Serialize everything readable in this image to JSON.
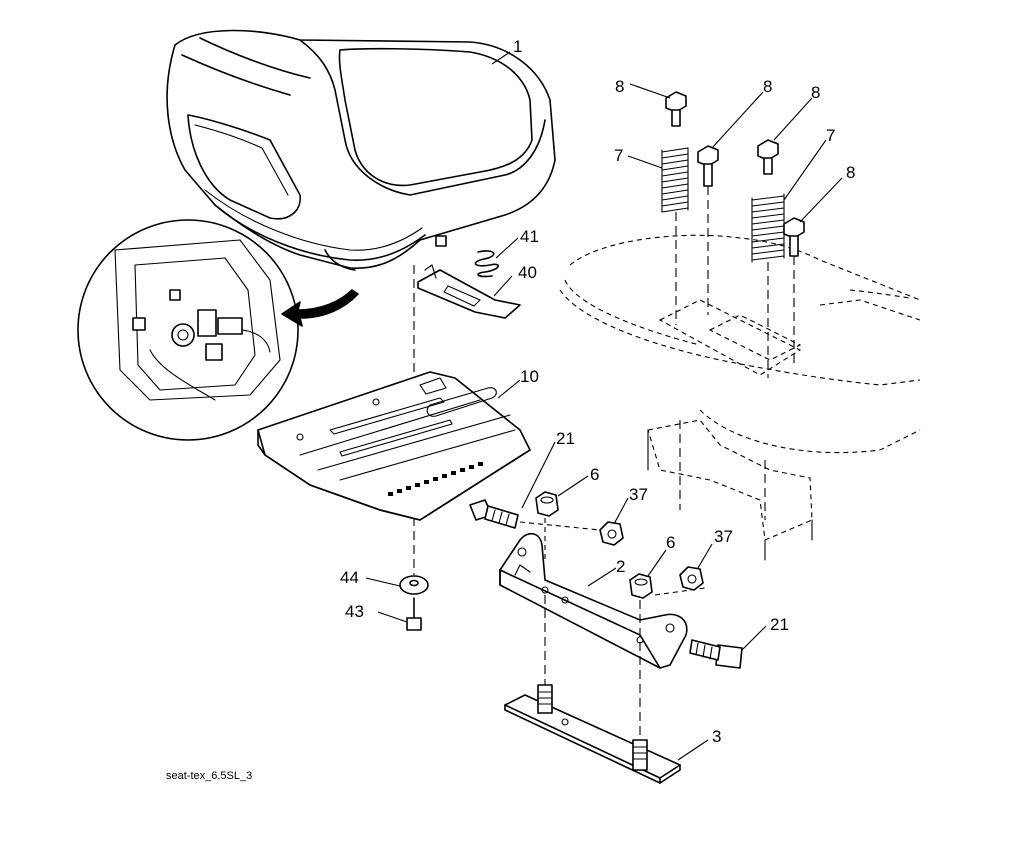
{
  "diagram": {
    "caption": "seat-tex_6.5SL_3",
    "callouts": [
      {
        "id": "c1",
        "text": "1"
      },
      {
        "id": "c2",
        "text": "2"
      },
      {
        "id": "c3",
        "text": "3"
      },
      {
        "id": "c6a",
        "text": "6"
      },
      {
        "id": "c6b",
        "text": "6"
      },
      {
        "id": "c7a",
        "text": "7"
      },
      {
        "id": "c7b",
        "text": "7"
      },
      {
        "id": "c8a",
        "text": "8"
      },
      {
        "id": "c8b",
        "text": "8"
      },
      {
        "id": "c8c",
        "text": "8"
      },
      {
        "id": "c8d",
        "text": "8"
      },
      {
        "id": "c10",
        "text": "10"
      },
      {
        "id": "c21a",
        "text": "21"
      },
      {
        "id": "c21b",
        "text": "21"
      },
      {
        "id": "c37a",
        "text": "37"
      },
      {
        "id": "c37b",
        "text": "37"
      },
      {
        "id": "c40",
        "text": "40"
      },
      {
        "id": "c41",
        "text": "41"
      },
      {
        "id": "c43",
        "text": "43"
      },
      {
        "id": "c44",
        "text": "44"
      }
    ]
  }
}
